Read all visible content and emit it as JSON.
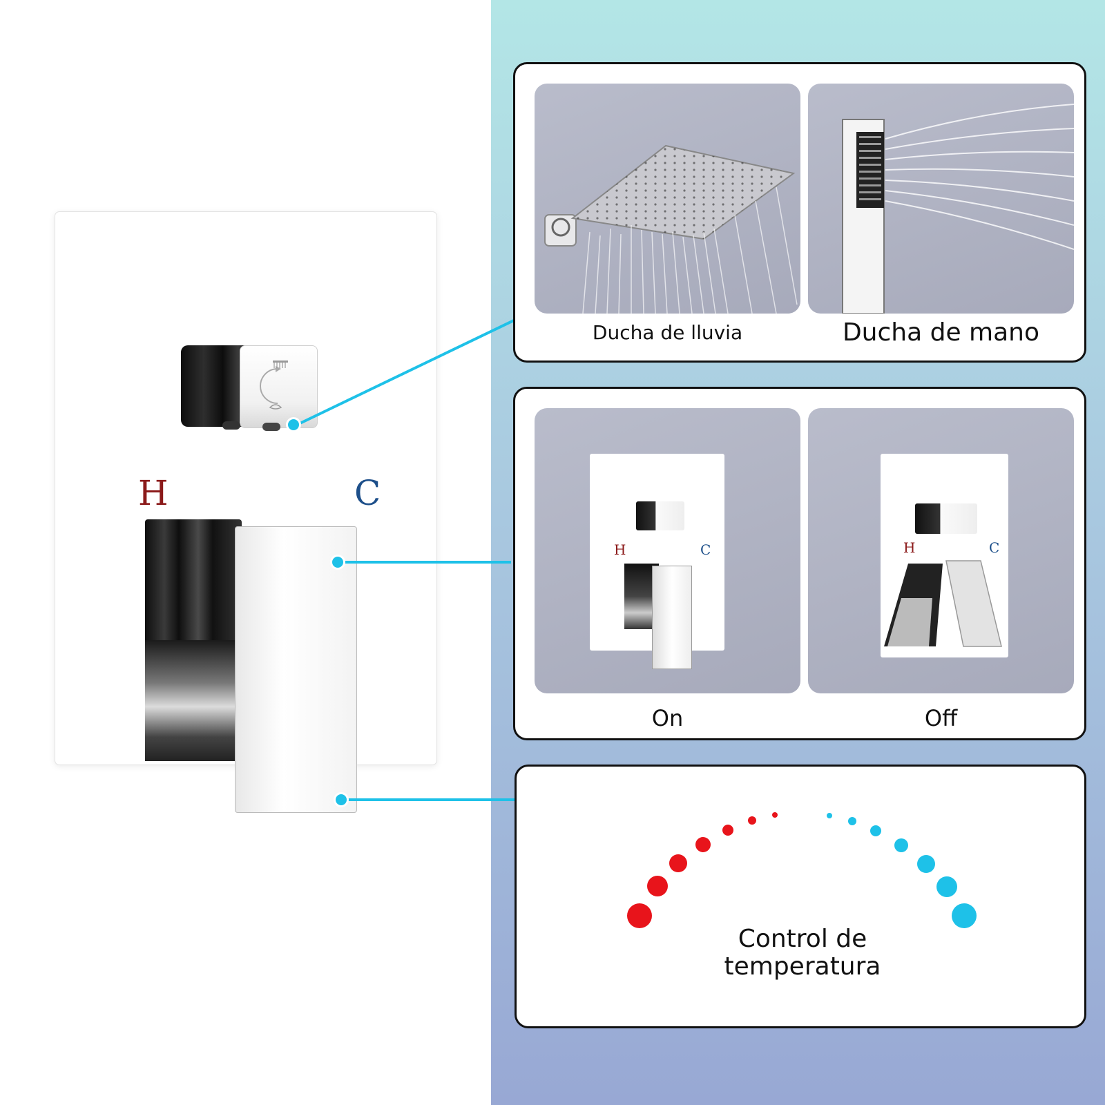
{
  "panel_top": {
    "left_caption": "Ducha de lluvia",
    "right_caption": "Ducha de mano"
  },
  "panel_middle": {
    "left_caption": "On",
    "right_caption": "Off"
  },
  "panel_bottom": {
    "caption_line1": "Control de",
    "caption_line2": "temperatura"
  },
  "valve": {
    "hot_label": "H",
    "cold_label": "C"
  },
  "colors": {
    "accent": "#1ec1e8",
    "hot": "#e8141b",
    "cold": "#1ec1e8",
    "hot_label": "#8b1a1a",
    "cold_label": "#1d4f8a"
  }
}
